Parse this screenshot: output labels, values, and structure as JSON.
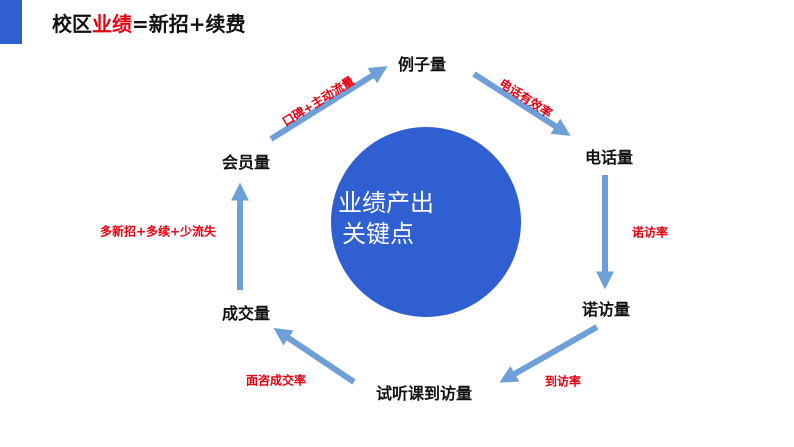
{
  "title": {
    "part1": "校区",
    "highlight": "业绩",
    "part2": "=新招+续费"
  },
  "center": {
    "line1": "业绩产出",
    "line2": "关键点"
  },
  "nodes": {
    "leads": "例子量",
    "calls": "电话量",
    "visits": "诺访量",
    "trial": "试听课到访量",
    "deals": "成交量",
    "members": "会员量"
  },
  "edges": {
    "members_to_leads": "口碑+主动流量",
    "leads_to_calls": "电话有效率",
    "calls_to_visits": "诺访率",
    "visits_to_trial": "到访率",
    "trial_to_deals": "面咨成交率",
    "deals_to_members": "多新招+多续+少流失"
  },
  "colors": {
    "accent": "#2f5fd0",
    "circle": "#2f5fd0",
    "arrow": "#6f9fd8",
    "highlight": "#e60012"
  }
}
